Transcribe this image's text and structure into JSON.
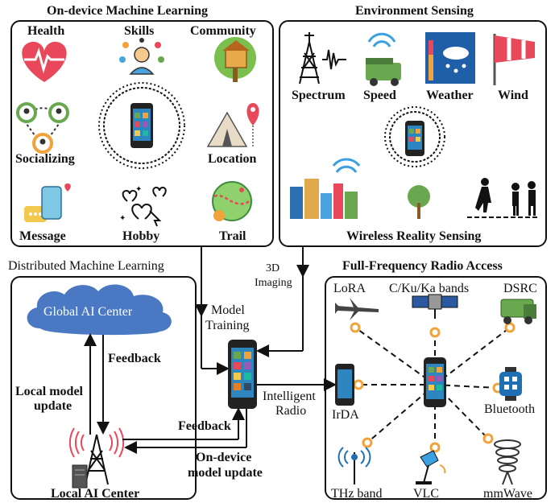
{
  "odml": {
    "title": "On-device Machine Learning",
    "items": [
      "Health",
      "Skills",
      "Community",
      "Socializing",
      "Location",
      "Message",
      "Hobby",
      "Trail"
    ]
  },
  "env": {
    "title": "Environment Sensing",
    "items": [
      "Spectrum",
      "Speed",
      "Weather",
      "Wind"
    ],
    "footer": "Wireless Reality Sensing"
  },
  "dml": {
    "title": "Distributed Machine Learning",
    "global": "Global AI Center",
    "feedback": "Feedback",
    "local_update_1": "Local model",
    "local_update_2": "update",
    "local": "Local AI Center"
  },
  "center": {
    "imaging_1": "3D",
    "imaging_2": "Imaging",
    "training_1": "Model",
    "training_2": "Training",
    "radio_1": "Intelligent",
    "radio_2": "Radio",
    "feedback": "Feedback",
    "ondevice_1": "On-device",
    "ondevice_2": "model update"
  },
  "radio": {
    "title": "Full-Frequency Radio Access",
    "items": [
      "LoRA",
      "C/Ku/Ka bands",
      "DSRC",
      "IrDA",
      "Bluetooth",
      "THz band",
      "VLC",
      "mmWave"
    ]
  },
  "colors": {
    "cloud": "#4a78c2",
    "orange": "#f2a23a",
    "heart": "#e8485a",
    "tree": "#6aa84f"
  }
}
